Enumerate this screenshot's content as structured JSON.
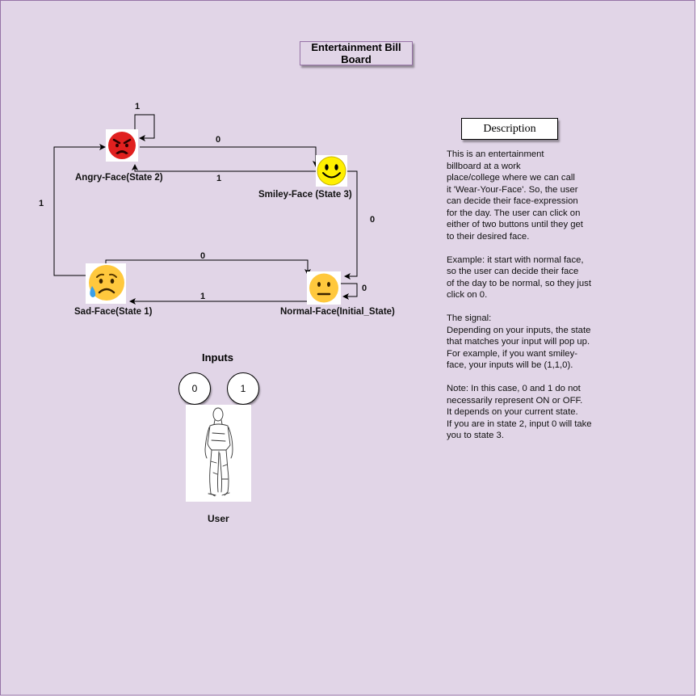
{
  "title": "Entertainment Bill Board",
  "description": {
    "heading": "Description",
    "paragraphs": [
      "This is  an entertainment\n billboard at a work\nplace/college where we can call\nit 'Wear-Your-Face'. So, the user\ncan decide their face-expression\nfor the day. The user can click on\neither of two buttons until they get\nto their desired face.",
      "Example: it start with normal face,\nso the user can decide their face\nof the day to be normal, so they just\nclick on 0.",
      "The signal:\nDepending on your inputs, the state\nthat matches your input will pop up.\nFor example, if you want smiley-\nface, your inputs will be (1,1,0).",
      "Note: In this case, 0 and 1 do not\nnecessarily represent ON or OFF.\nIt depends on your current state.\nIf you are in state 2, input 0 will take\nyou to state 3."
    ]
  },
  "states": {
    "angry": "Angry-Face(State  2)",
    "smiley": "Smiley-Face (State  3)",
    "sad": "Sad-Face(State 1)",
    "normal": "Normal-Face(Initial_State)"
  },
  "transitions": {
    "angry_self": "1",
    "angry_to_smiley": "0",
    "smiley_to_angry": "1",
    "smiley_to_normal": "0",
    "normal_self": "0",
    "normal_to_sad": "1",
    "sad_to_normal": "0",
    "sad_to_angry": "1"
  },
  "inputs": {
    "label": "Inputs",
    "button_0": "0",
    "button_1": "1"
  },
  "user_label": "User",
  "colors": {
    "canvas": "#e1d5e7",
    "canvas_border": "#9673a6"
  }
}
